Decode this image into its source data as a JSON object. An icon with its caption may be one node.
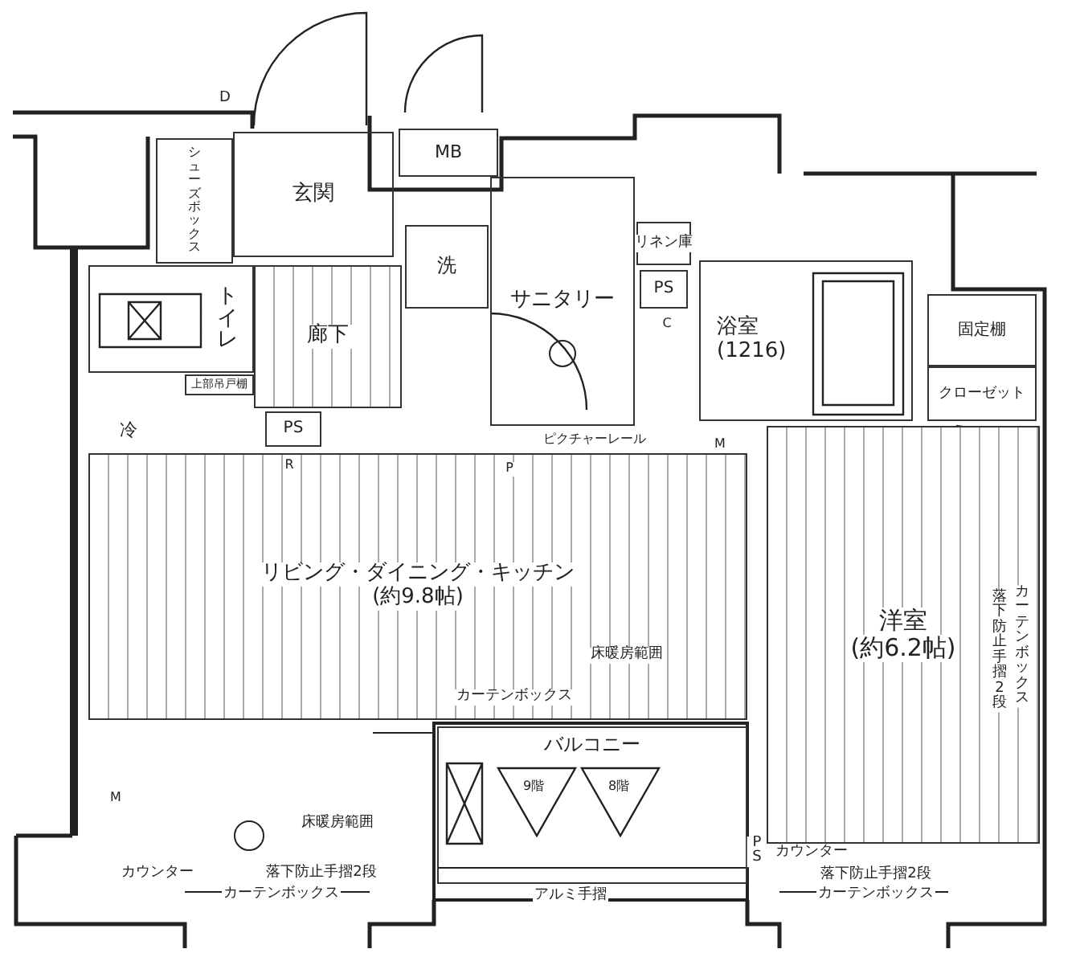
{
  "diagram": {
    "nodes": [
      {
        "text": [
          "シューズボックス"
        ]
      },
      {
        "text": [
          "玄関"
        ]
      },
      {
        "text": [
          "MB"
        ]
      },
      {
        "text": [
          "洗"
        ]
      },
      {
        "text": [
          "リネン庫"
        ]
      },
      {
        "text": [
          "PS"
        ]
      },
      {
        "text": [
          "トイレ"
        ]
      },
      {
        "text": [
          "廊下"
        ]
      },
      {
        "text": [
          "サニタリー"
        ]
      },
      {
        "text": [
          "浴室",
          "(1216)"
        ]
      },
      {
        "text": [
          "固定棚"
        ]
      },
      {
        "text": [
          "クローゼット"
        ]
      },
      {
        "text": [
          "上部吊戸棚"
        ]
      },
      {
        "text": [
          "PS"
        ]
      },
      {
        "text": [
          "リビング・ダイニング・キッチン",
          "(約9.8帖)"
        ]
      },
      {
        "text": [
          "洋室",
          "(約6.2帖)"
        ]
      },
      {
        "text": [
          "バルコニー"
        ]
      }
    ],
    "labels": [
      "D",
      "C",
      "冷",
      "R",
      "P",
      "ピクチャーレール",
      "M",
      "床暖房範囲",
      "カーテンボックス",
      "落下防止手摺2段",
      "カーテンボックス",
      "9階",
      "8階",
      "M",
      "床暖房範囲",
      "アルミ手摺",
      "PS",
      "カウンター",
      "カウンター",
      "落下防止手摺2段",
      "落下防止手摺2段",
      "カーテンボックス",
      "カーテンボックス"
    ]
  }
}
